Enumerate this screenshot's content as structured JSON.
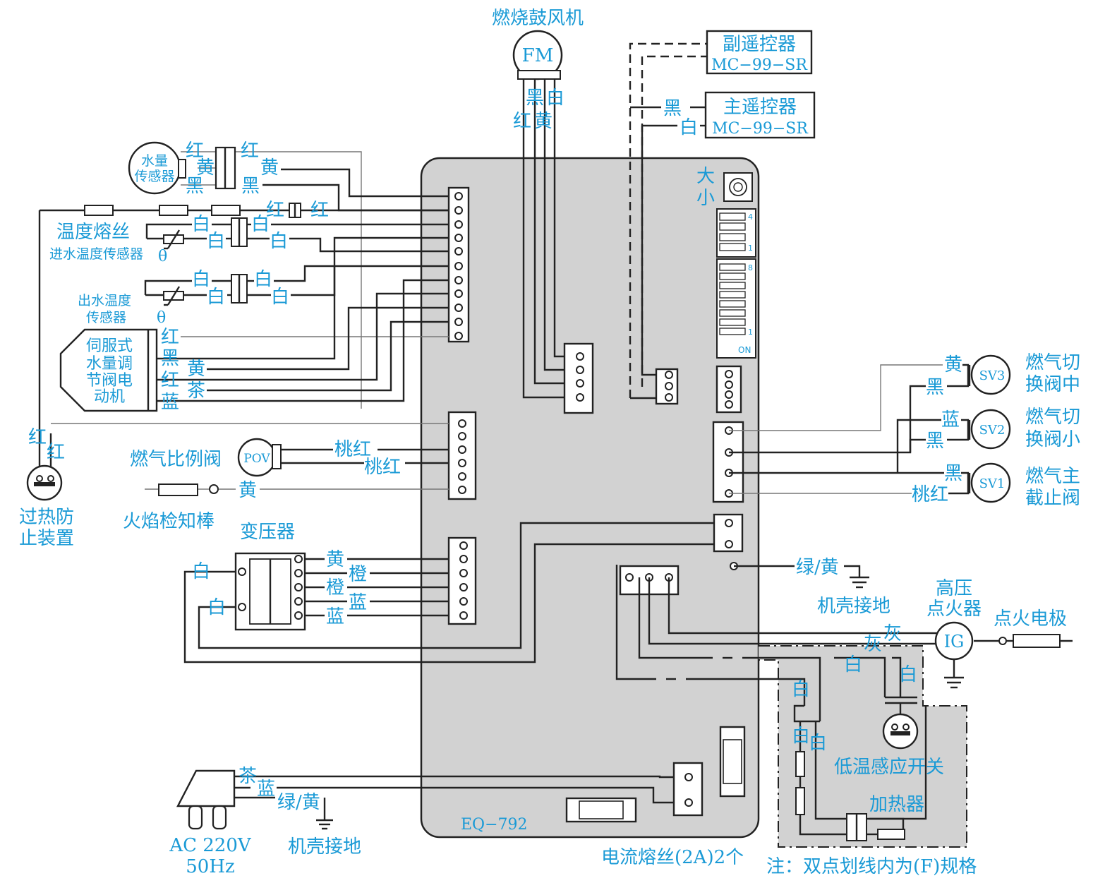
{
  "labels": {
    "fan_title": "燃烧鼓风机",
    "fan_symbol": "FM",
    "fan_w1": "黑",
    "fan_w2": "白",
    "fan_w3": "红",
    "fan_w4": "黄",
    "sub_remote_line1": "副遥控器",
    "sub_remote_line2": "MC−99−SR",
    "main_remote_line1": "主遥控器",
    "main_remote_line2": "MC−99−SR",
    "remote_w1": "黑",
    "remote_w2": "白",
    "size_big": "大",
    "size_small": "小",
    "water_sensor_l1": "水量",
    "water_sensor_l2": "传感器",
    "ws_red_l": "红",
    "ws_yellow_l": "黄",
    "ws_black_l": "黑",
    "ws_red_r": "红",
    "ws_yellow_r": "黄",
    "ws_black_r": "黑",
    "temp_fuse_red_l": "红",
    "temp_fuse_red_r": "红",
    "temp_fuse": "温度熔丝",
    "inlet_w1": "白",
    "inlet_w2": "白",
    "inlet_w3": "白",
    "inlet_w4": "白",
    "inlet_sensor": "进水温度传感器",
    "theta1": "θ",
    "outlet_w1": "白",
    "outlet_w2": "白",
    "outlet_w3": "白",
    "outlet_w4": "白",
    "outlet_l1": "出水温度",
    "outlet_l2": "传感器",
    "theta2": "θ",
    "servo_l1": "伺服式",
    "servo_l2": "水量调",
    "servo_l3": "节阀电",
    "servo_l4": "动机",
    "servo_red1": "红",
    "servo_black": "黑",
    "servo_yellow": "黄",
    "servo_red2": "红",
    "servo_brown": "茶",
    "servo_blue": "蓝",
    "oh_red1": "红",
    "oh_red2": "红",
    "overheat_l1": "过热防",
    "overheat_l2": "止装置",
    "pov_title": "燃气比例阀",
    "pov_symbol": "POV",
    "pov_w1": "桃红",
    "pov_w2": "桃红",
    "flame_yellow": "黄",
    "flame_rod": "火焰检知棒",
    "transformer": "变压器",
    "tr_white1": "白",
    "tr_white2": "白",
    "tr_yellow": "黄",
    "tr_orange1": "橙",
    "tr_orange2": "橙",
    "tr_blue1": "蓝",
    "tr_blue2": "蓝",
    "plug_brown": "茶",
    "plug_blue": "蓝",
    "plug_gy": "绿/黄",
    "ac_l1": "AC 220V",
    "ac_l2": "50Hz",
    "ground1": "机壳接地",
    "board_model": "EQ−792",
    "fuse_note": "电流熔丝(2A)2个",
    "note": "注：双点划线内为(F)规格",
    "sv3_yellow": "黄",
    "sv3_black": "黑",
    "sv3": "SV3",
    "sv3_l1": "燃气切",
    "sv3_l2": "换阀中",
    "sv2_blue": "蓝",
    "sv2_black": "黑",
    "sv2": "SV2",
    "sv2_l1": "燃气切",
    "sv2_l2": "换阀小",
    "sv1_black": "黑",
    "sv1_pink": "桃红",
    "sv1": "SV1",
    "sv1_l1": "燃气主",
    "sv1_l2": "截止阀",
    "gnd_gy": "绿/黄",
    "ground2": "机壳接地",
    "hv_l1": "高压",
    "hv_l2": "点火器",
    "ig": "IG",
    "electrode": "点火电极",
    "gray1": "灰",
    "gray2": "灰",
    "ht_white1": "白",
    "ht_white2": "白",
    "ht_white3": "白",
    "ht_white4": "白",
    "ht_white5": "白",
    "low_temp_switch": "低温感应开关",
    "heater": "加热器",
    "dip_on": "ON",
    "dip_4": "4",
    "dip_1a": "1",
    "dip_8": "8",
    "dip_1b": "1"
  }
}
